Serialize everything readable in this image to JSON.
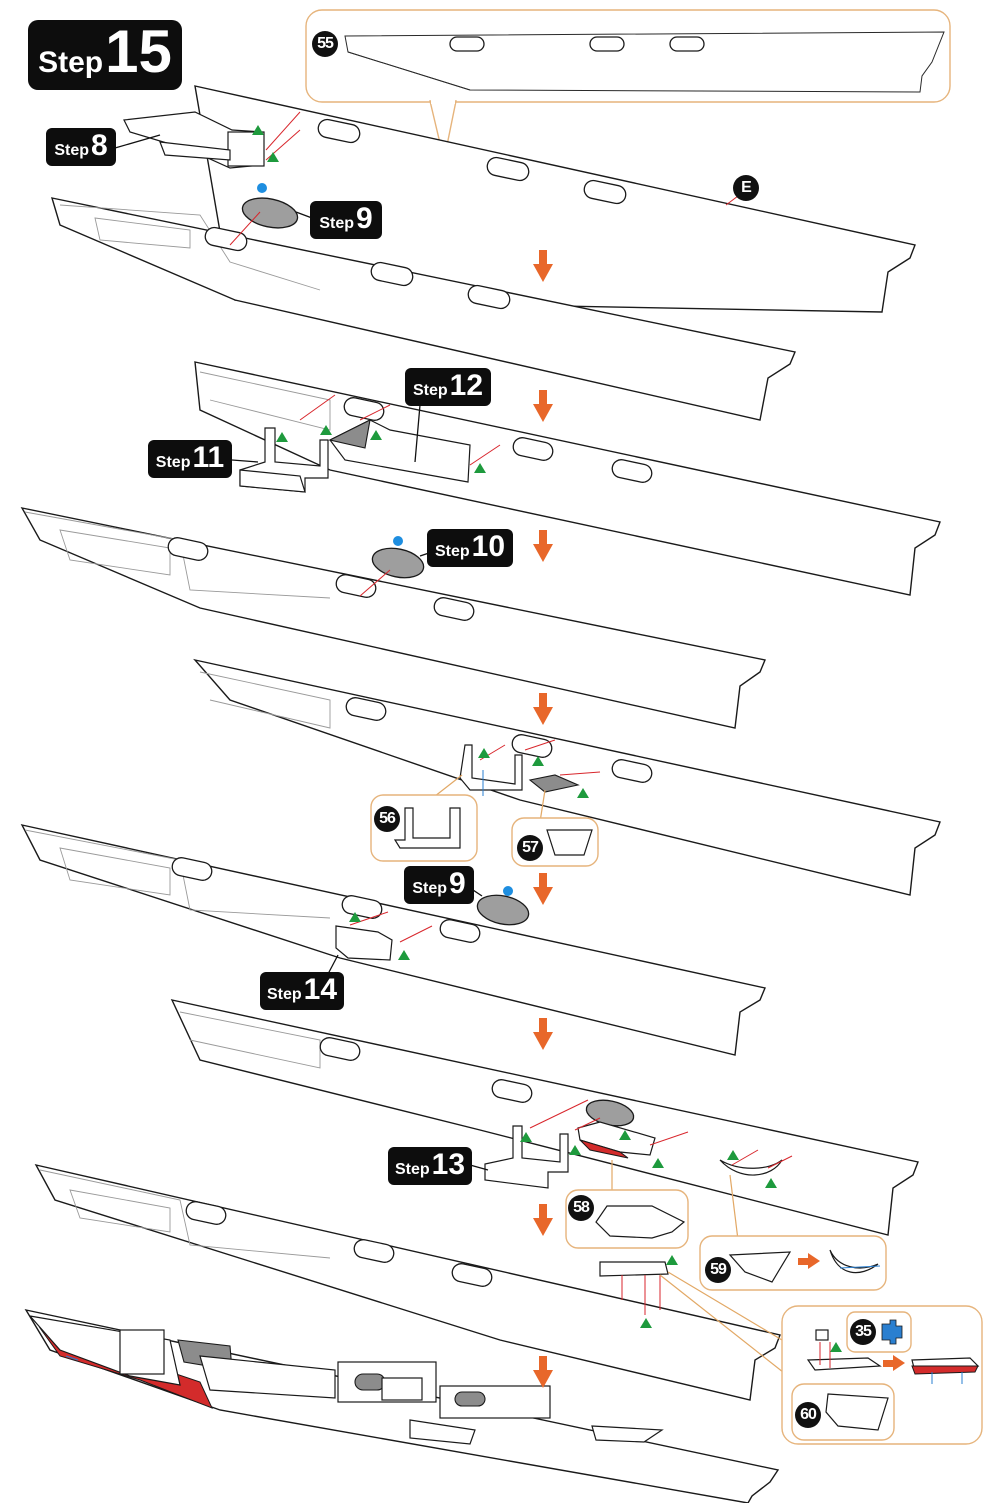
{
  "main_step": {
    "word": "Step",
    "number": "15"
  },
  "sub_steps": {
    "s8": {
      "word": "Step",
      "number": "8"
    },
    "s9a": {
      "word": "Step",
      "number": "9"
    },
    "s12": {
      "word": "Step",
      "number": "12"
    },
    "s11": {
      "word": "Step",
      "number": "11"
    },
    "s10": {
      "word": "Step",
      "number": "10"
    },
    "s9b": {
      "word": "Step",
      "number": "9"
    },
    "s14": {
      "word": "Step",
      "number": "14"
    },
    "s13": {
      "word": "Step",
      "number": "13"
    }
  },
  "parts": {
    "p55": "55",
    "pE": "E",
    "p56": "56",
    "p57": "57",
    "p58": "58",
    "p59": "59",
    "p35": "35",
    "p60": "60"
  },
  "colors": {
    "arrow": "#e8672a",
    "triangle": "#1e9a3d",
    "dot": "#1e8ee0",
    "callout_border": "#e6b47c",
    "red_part": "#d32b2b"
  }
}
